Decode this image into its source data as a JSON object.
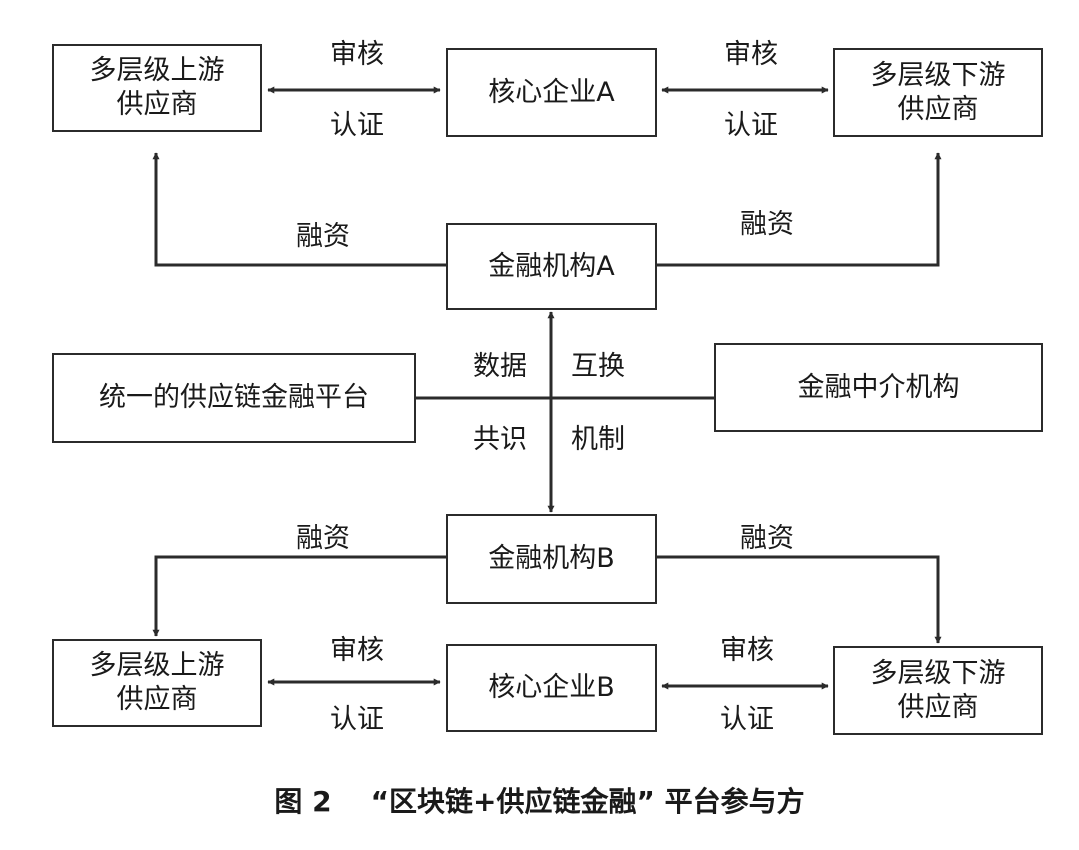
{
  "boxes": {
    "up_a": "多层级上游\n供应商",
    "core_a": "核心企业A",
    "down_a": "多层级下游\n供应商",
    "fin_a": "金融机构A",
    "platform": "统一的供应链金融平台",
    "intermediary": "金融中介机构",
    "fin_b": "金融机构B",
    "up_b": "多层级上游\n供应商",
    "core_b": "核心企业B",
    "down_b": "多层级下游\n供应商"
  },
  "labels": {
    "audit_a1": "审核",
    "cert_a1": "认证",
    "audit_a2": "审核",
    "cert_a2": "认证",
    "finance_a_left": "融资",
    "finance_a_right": "融资",
    "data": "数据",
    "exchange": "互换",
    "consensus": "共识",
    "mechanism": "机制",
    "finance_b_left": "融资",
    "finance_b_right": "融资",
    "audit_b1": "审核",
    "cert_b1": "认证",
    "audit_b2": "审核",
    "cert_b2": "认证"
  },
  "caption": "图 2    “区块链+供应链金融” 平台参与方"
}
